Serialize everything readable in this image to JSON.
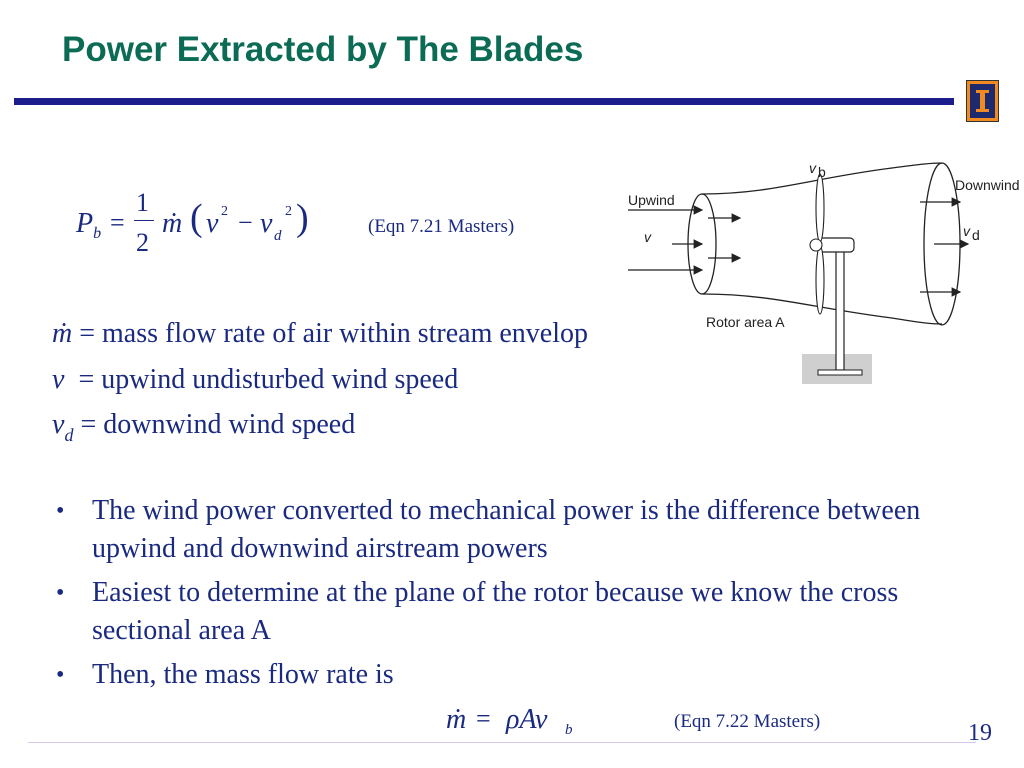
{
  "slide": {
    "title": "Power Extracted by The Blades",
    "page_number": "19"
  },
  "equation1": {
    "lhs": "P",
    "lhs_sub": "b",
    "equals": "=",
    "frac_num": "1",
    "frac_den": "2",
    "mdot": "ṁ",
    "open_paren": "(",
    "v": "v",
    "exp2a": "2",
    "minus": "−",
    "vd": "v",
    "vd_sub": "d",
    "exp2b": "2",
    "close_paren": ")",
    "caption": "(Eqn 7.21 Masters)"
  },
  "definitions": [
    {
      "symbol": "ṁ",
      "sub": "",
      "eq": "=",
      "text": "mass flow rate of air within stream envelop"
    },
    {
      "symbol": "v",
      "sub": "",
      "eq": "=",
      "text": "upwind undisturbed wind speed"
    },
    {
      "symbol": "v",
      "sub": "d",
      "eq": "=",
      "text": "downwind wind speed"
    }
  ],
  "bullets": [
    {
      "glyph": "•",
      "text": "The wind power converted to mechanical power is the difference between upwind and downwind airstream powers"
    },
    {
      "glyph": "•",
      "text": "Easiest to determine at the plane of the rotor because we know the cross sectional area A"
    },
    {
      "glyph": "•",
      "text": "Then, the mass flow rate is"
    }
  ],
  "equation2": {
    "mdot": "ṁ",
    "equals": "=",
    "rhs": "ρAv",
    "rhs_sub": "b",
    "caption": "(Eqn 7.22 Masters)"
  },
  "diagram": {
    "upwind": "Upwind",
    "v": "v",
    "downwind": "Downwind",
    "vb": "v",
    "vb_sub": "b",
    "vd": "v",
    "vd_sub": "d",
    "rotor": "Rotor area A"
  },
  "logo": {
    "glyph": "I",
    "colors": {
      "outer": "#f28a22",
      "inner": "#1e2a6e"
    }
  },
  "colors": {
    "title": "#0b6b55",
    "rule": "#1c1c8c",
    "text": "#1a2a80"
  }
}
